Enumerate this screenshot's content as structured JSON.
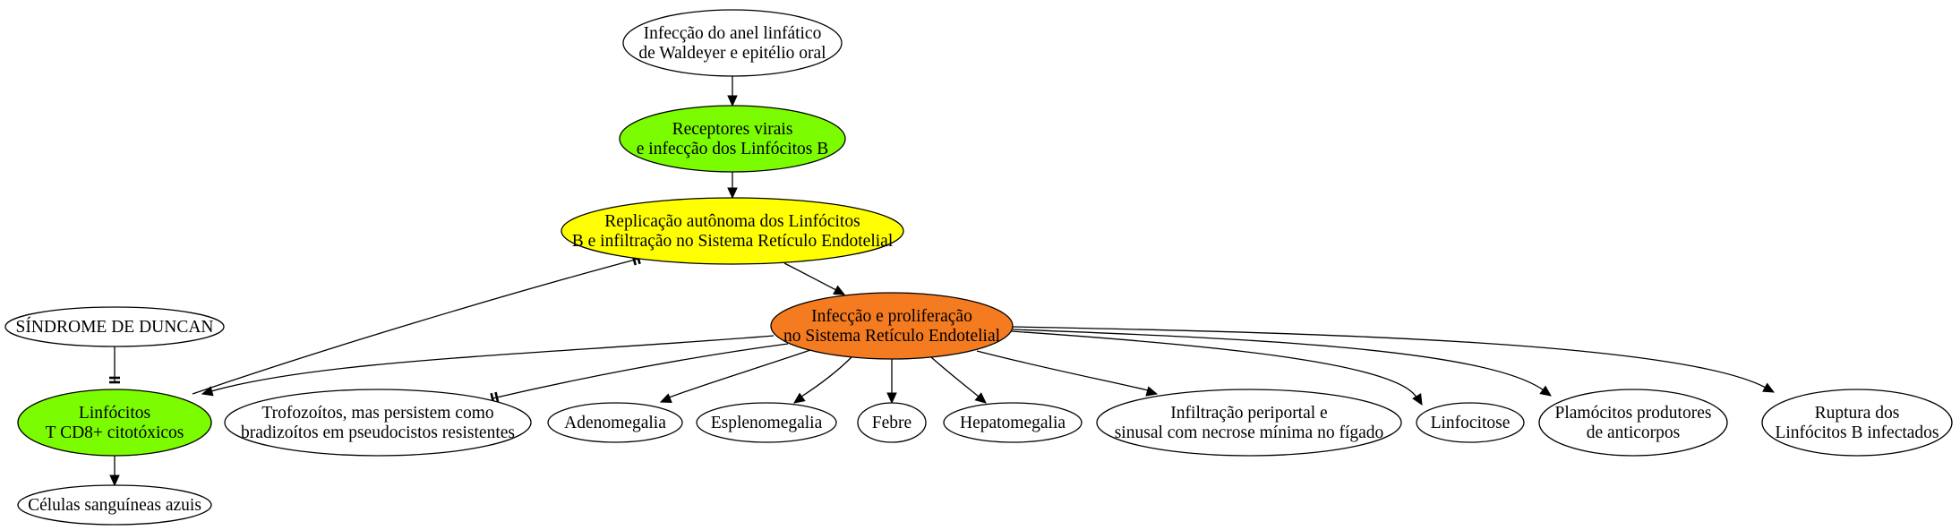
{
  "diagram": {
    "nodes": [
      {
        "id": "n_infeccao_anel",
        "lines": [
          "Infecção do anel linfático",
          "de Waldeyer e epitélio oral"
        ],
        "fill": "#ffffff"
      },
      {
        "id": "n_receptores",
        "lines": [
          "Receptores virais",
          "e infecção dos Linfócitos B"
        ],
        "fill": "#7cfc00"
      },
      {
        "id": "n_replicacao",
        "lines": [
          "Replicação autônoma dos Linfócitos",
          "B e infiltração no Sistema Retículo Endotelial"
        ],
        "fill": "#ffff00"
      },
      {
        "id": "n_proliferacao",
        "lines": [
          "Infecção e proliferação",
          "no Sistema Retículo Endotelial"
        ],
        "fill": "#f47b20"
      },
      {
        "id": "n_duncan",
        "lines": [
          "SÍNDROME DE DUNCAN"
        ],
        "fill": "#ffffff"
      },
      {
        "id": "n_cd8",
        "lines": [
          "Linfócitos",
          "T CD8+ citotóxicos"
        ],
        "fill": "#7cfc00"
      },
      {
        "id": "n_celulas",
        "lines": [
          "Células sanguíneas azuis"
        ],
        "fill": "#ffffff"
      },
      {
        "id": "n_trofozoitos",
        "lines": [
          "Trofozoítos, mas persistem como",
          "bradizoítos em pseudocistos resistentes"
        ],
        "fill": "#ffffff"
      },
      {
        "id": "n_adenomegalia",
        "lines": [
          "Adenomegalia"
        ],
        "fill": "#ffffff"
      },
      {
        "id": "n_esplenomegalia",
        "lines": [
          "Esplenomegalia"
        ],
        "fill": "#ffffff"
      },
      {
        "id": "n_febre",
        "lines": [
          "Febre"
        ],
        "fill": "#ffffff"
      },
      {
        "id": "n_hepatomegalia",
        "lines": [
          "Hepatomegalia"
        ],
        "fill": "#ffffff"
      },
      {
        "id": "n_infiltracao",
        "lines": [
          "Infiltração periportal e",
          "sinusal com necrose mínima no fígado"
        ],
        "fill": "#ffffff"
      },
      {
        "id": "n_linfocitose",
        "lines": [
          "Linfocitose"
        ],
        "fill": "#ffffff"
      },
      {
        "id": "n_plasmocitos",
        "lines": [
          "Plamócitos produtores",
          "de anticorpos"
        ],
        "fill": "#ffffff"
      },
      {
        "id": "n_ruptura",
        "lines": [
          "Ruptura dos",
          "Linfócitos B infectados"
        ],
        "fill": "#ffffff"
      }
    ],
    "edges": [
      {
        "from": "n_infeccao_anel",
        "to": "n_receptores",
        "head": "normal"
      },
      {
        "from": "n_receptores",
        "to": "n_replicacao",
        "head": "normal"
      },
      {
        "from": "n_replicacao",
        "to": "n_proliferacao",
        "head": "normal"
      },
      {
        "from": "n_cd8",
        "to": "n_replicacao",
        "head": "tee"
      },
      {
        "from": "n_duncan",
        "to": "n_cd8",
        "head": "tee"
      },
      {
        "from": "n_cd8",
        "to": "n_celulas",
        "head": "normal"
      },
      {
        "from": "n_proliferacao",
        "to": "n_cd8",
        "head": "normal"
      },
      {
        "from": "n_proliferacao",
        "to": "n_trofozoitos",
        "head": "tee"
      },
      {
        "from": "n_proliferacao",
        "to": "n_adenomegalia",
        "head": "normal"
      },
      {
        "from": "n_proliferacao",
        "to": "n_esplenomegalia",
        "head": "normal"
      },
      {
        "from": "n_proliferacao",
        "to": "n_febre",
        "head": "normal"
      },
      {
        "from": "n_proliferacao",
        "to": "n_hepatomegalia",
        "head": "normal"
      },
      {
        "from": "n_proliferacao",
        "to": "n_infiltracao",
        "head": "normal"
      },
      {
        "from": "n_proliferacao",
        "to": "n_linfocitose",
        "head": "normal"
      },
      {
        "from": "n_proliferacao",
        "to": "n_plasmocitos",
        "head": "normal"
      },
      {
        "from": "n_proliferacao",
        "to": "n_ruptura",
        "head": "normal"
      }
    ]
  }
}
